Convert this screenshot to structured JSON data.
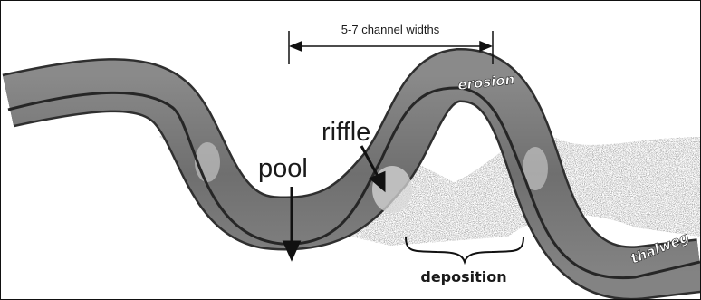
{
  "diagram": {
    "measure_label": "5-7 channel widths",
    "labels": {
      "riffle": "riffle",
      "pool": "pool",
      "erosion": "erosion",
      "deposition": "deposition",
      "thalweg": "thalweg"
    },
    "colors": {
      "channel_fill": "#7d7d7d",
      "channel_dark": "#5a5a5a",
      "bank_line": "#333333",
      "thalweg_line": "#2a2a2a",
      "sediment": "#a9a9a9",
      "riffle_highlight": "#dcdcdc",
      "text": "#1a1a1a",
      "outline_text": "#ffffff"
    }
  }
}
